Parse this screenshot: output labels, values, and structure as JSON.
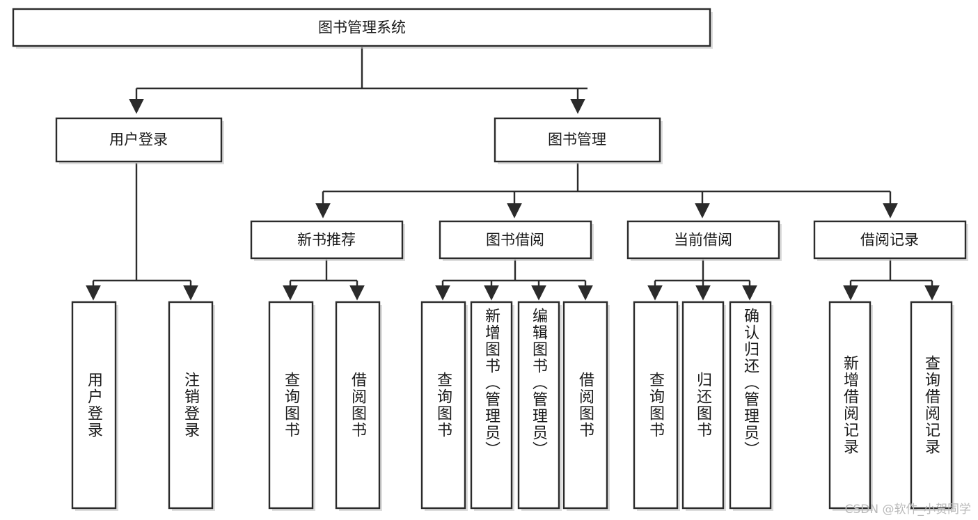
{
  "diagram": {
    "type": "tree",
    "title": "图书管理系统",
    "watermark": "CSDN @软件_小贺同学",
    "colors": {
      "box_fill": "#ffffff",
      "box_stroke": "#2b2b2b",
      "text": "#1a1a1a",
      "shadow": "#bfbfbf",
      "watermark": "#b9b9b9"
    },
    "nodes": {
      "root": {
        "label": "图书管理系统"
      },
      "level2": [
        {
          "label": "用户登录"
        },
        {
          "label": "图书管理"
        }
      ],
      "level3": [
        {
          "label": "新书推荐"
        },
        {
          "label": "图书借阅"
        },
        {
          "label": "当前借阅"
        },
        {
          "label": "借阅记录"
        }
      ],
      "leaves": [
        {
          "label": "用户登录",
          "parent": "用户登录"
        },
        {
          "label": "注销登录",
          "parent": "用户登录"
        },
        {
          "label": "查询图书",
          "parent": "新书推荐"
        },
        {
          "label": "借阅图书",
          "parent": "新书推荐"
        },
        {
          "label": "查询图书",
          "parent": "图书借阅"
        },
        {
          "label": "新增图书（管理员）",
          "parent": "图书借阅"
        },
        {
          "label": "编辑图书（管理员）",
          "parent": "图书借阅"
        },
        {
          "label": "借阅图书",
          "parent": "图书借阅"
        },
        {
          "label": "查询图书",
          "parent": "当前借阅"
        },
        {
          "label": "归还图书",
          "parent": "当前借阅"
        },
        {
          "label": "确认归还（管理员）",
          "parent": "当前借阅"
        },
        {
          "label": "新增借阅记录",
          "parent": "借阅记录"
        },
        {
          "label": "查询借阅记录",
          "parent": "借阅记录"
        }
      ]
    }
  }
}
